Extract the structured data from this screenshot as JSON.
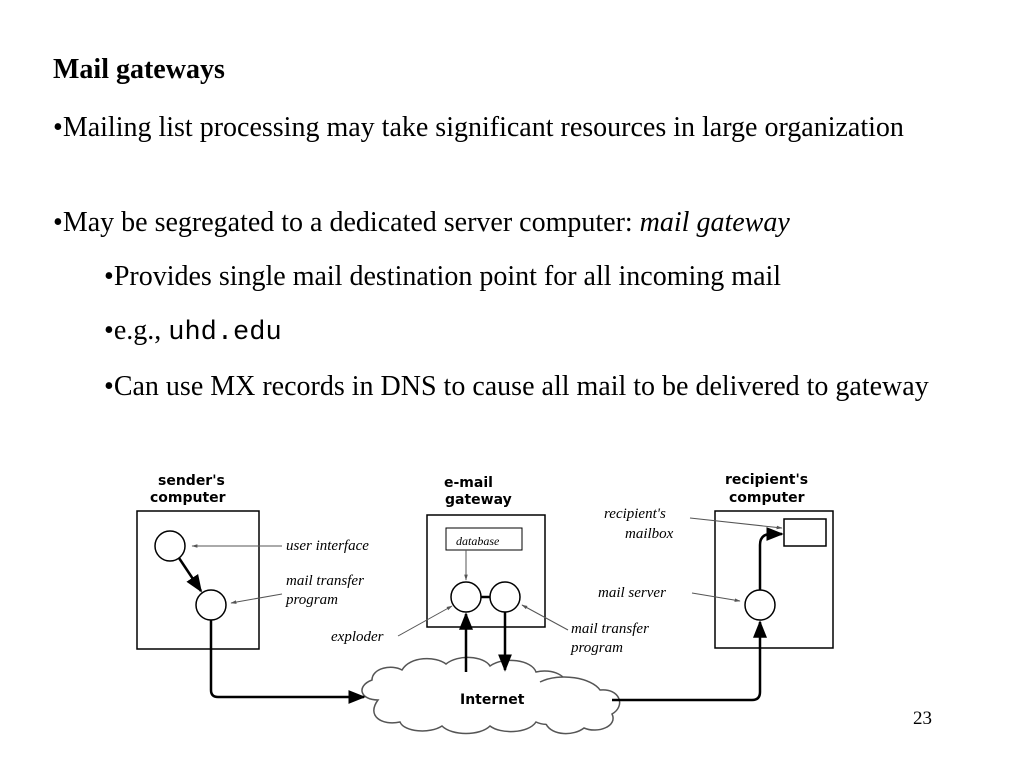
{
  "slide": {
    "title": "Mail gateways",
    "bullet_char": "•",
    "bullets": [
      {
        "text": "Mailing list processing may take significant resources in large organization"
      },
      {
        "text": "May be segregated to a dedicated server computer: ",
        "emphasis": "mail gateway"
      }
    ],
    "sub_bullets": [
      {
        "text": "Provides single mail destination point for all incoming mail"
      },
      {
        "text": "e.g., ",
        "code": "uhd.edu"
      },
      {
        "text": "Can use MX records in DNS to cause all mail to be delivered to gateway"
      }
    ],
    "page_number": "23"
  },
  "diagram": {
    "sender_title_1": "sender's",
    "sender_title_2": "computer",
    "gateway_title_1": "e-mail",
    "gateway_title_2": "gateway",
    "recipient_title_1": "recipient's",
    "recipient_title_2": "computer",
    "database_label": "database",
    "internet_label": "Internet",
    "user_interface_label": "user interface",
    "mail_transfer_1": "mail transfer",
    "mail_transfer_2": "program",
    "exploder_label": "exploder",
    "gw_mail_transfer_1": "mail transfer",
    "gw_mail_transfer_2": "program",
    "recipient_mailbox_1": "recipient's",
    "recipient_mailbox_2": "mailbox",
    "mail_server_label": "mail server"
  }
}
